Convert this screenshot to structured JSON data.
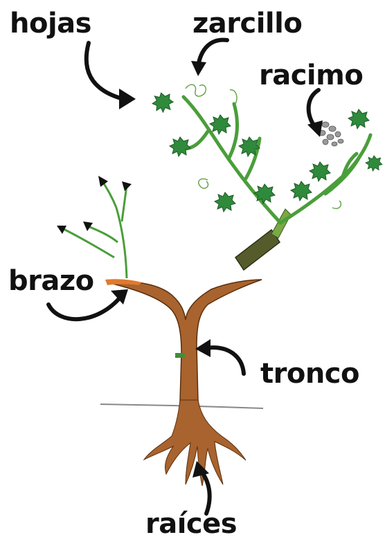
{
  "labels": {
    "hojas": "hojas",
    "zarcillo": "zarcillo",
    "racimo": "racimo",
    "brazo": "brazo",
    "tronco": "tronco",
    "raices": "raíces"
  },
  "colors": {
    "text": "#111111",
    "arrow": "#111111",
    "leaf": "#2f8a3b",
    "stem": "#4a9e3a",
    "trunk": "#a8632e",
    "trunk_dark": "#6e3a12",
    "arm": "#e07a2e",
    "cutting": "#565b2c",
    "grapes": "#9a9a9a"
  }
}
